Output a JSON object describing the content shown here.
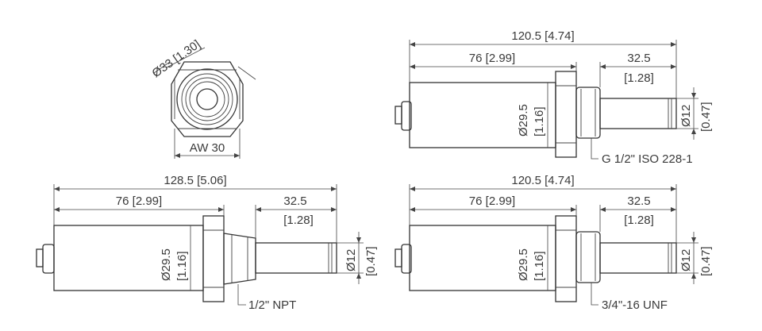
{
  "top_view": {
    "diameter_label": "Ø33 [1.30]",
    "width_label": "AW 30"
  },
  "views": [
    {
      "id": "g-thread",
      "overall_length": "120.5 [4.74]",
      "body_length": "76 [2.99]",
      "probe_length": "32.5",
      "probe_length_in": "[1.28]",
      "body_diameter": "Ø29.5",
      "body_diameter_in": "[1.16]",
      "probe_diameter": "Ø12",
      "probe_diameter_in": "[0.47]",
      "thread_label": "G 1/2\" ISO 228-1"
    },
    {
      "id": "npt-thread",
      "overall_length": "128.5 [5.06]",
      "body_length": "76 [2.99]",
      "probe_length": "32.5",
      "probe_length_in": "[1.28]",
      "body_diameter": "Ø29.5",
      "body_diameter_in": "[1.16]",
      "probe_diameter": "Ø12",
      "probe_diameter_in": "[0.47]",
      "thread_label": "1/2\" NPT"
    },
    {
      "id": "unf-thread",
      "overall_length": "120.5 [4.74]",
      "body_length": "76 [2.99]",
      "probe_length": "32.5",
      "probe_length_in": "[1.28]",
      "body_diameter": "Ø29.5",
      "body_diameter_in": "[1.16]",
      "probe_diameter": "Ø12",
      "probe_diameter_in": "[0.47]",
      "thread_label": "3/4\"-16 UNF"
    }
  ]
}
